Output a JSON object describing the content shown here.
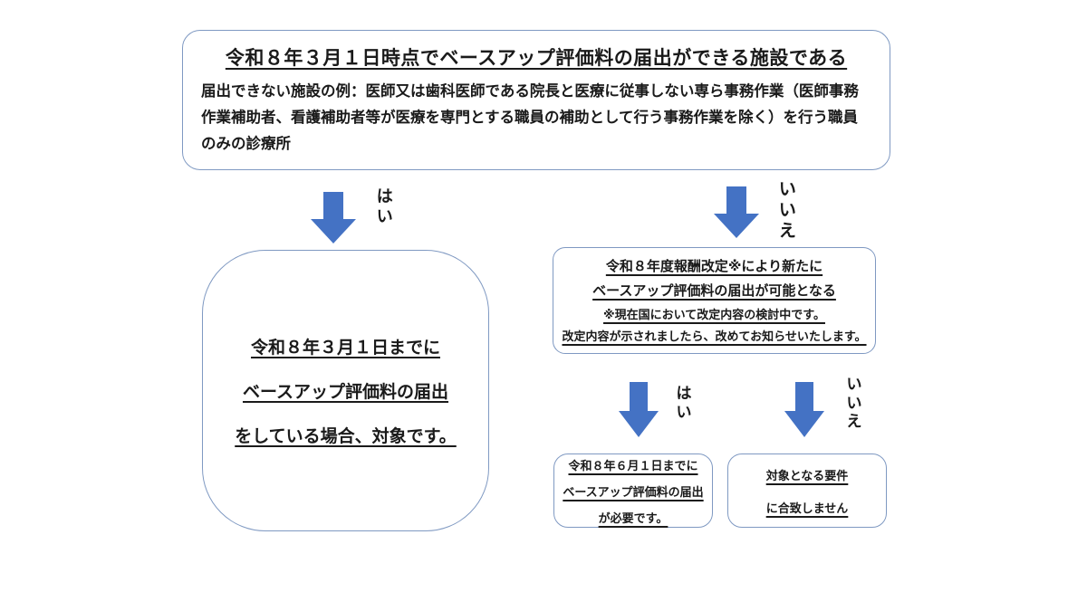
{
  "colors": {
    "arrow": "#4472C4",
    "box_border": "#7f99c2",
    "text": "#1a1a1a",
    "background": "#ffffff"
  },
  "top_box": {
    "title": "令和８年３月１日時点でベースアップ評価料の届出ができる施設である",
    "body": "届出できない施設の例：医師又は歯科医師である院長と医療に従事しない専ら事務作業（医師事務作業補助者、看護補助者等が医療を専門とする職員の補助として行う事務作業を除く）を行う職員のみの診療所"
  },
  "branch_labels": {
    "top_yes": "はい",
    "top_no": "いいえ",
    "sub_yes": "はい",
    "sub_no": "いいえ"
  },
  "eligible_box": {
    "line1": "令和８年３月１日までに",
    "line2": "ベースアップ評価料の届出",
    "line3": "をしている場合、対象です。"
  },
  "revision_box": {
    "line1": "令和８年度報酬改定※により新たに",
    "line2": "ベースアップ評価料の届出が可能となる",
    "note1": "※現在国において改定内容の検討中です。",
    "note2": "改定内容が示されましたら、改めてお知らせいたします。"
  },
  "notification_required_box": {
    "line1": "令和８年６月１日までに",
    "line2": "ベースアップ評価料の届出",
    "line3": "が必要です。"
  },
  "not_eligible_box": {
    "line1": "対象となる要件",
    "line2": "に合致しません"
  }
}
